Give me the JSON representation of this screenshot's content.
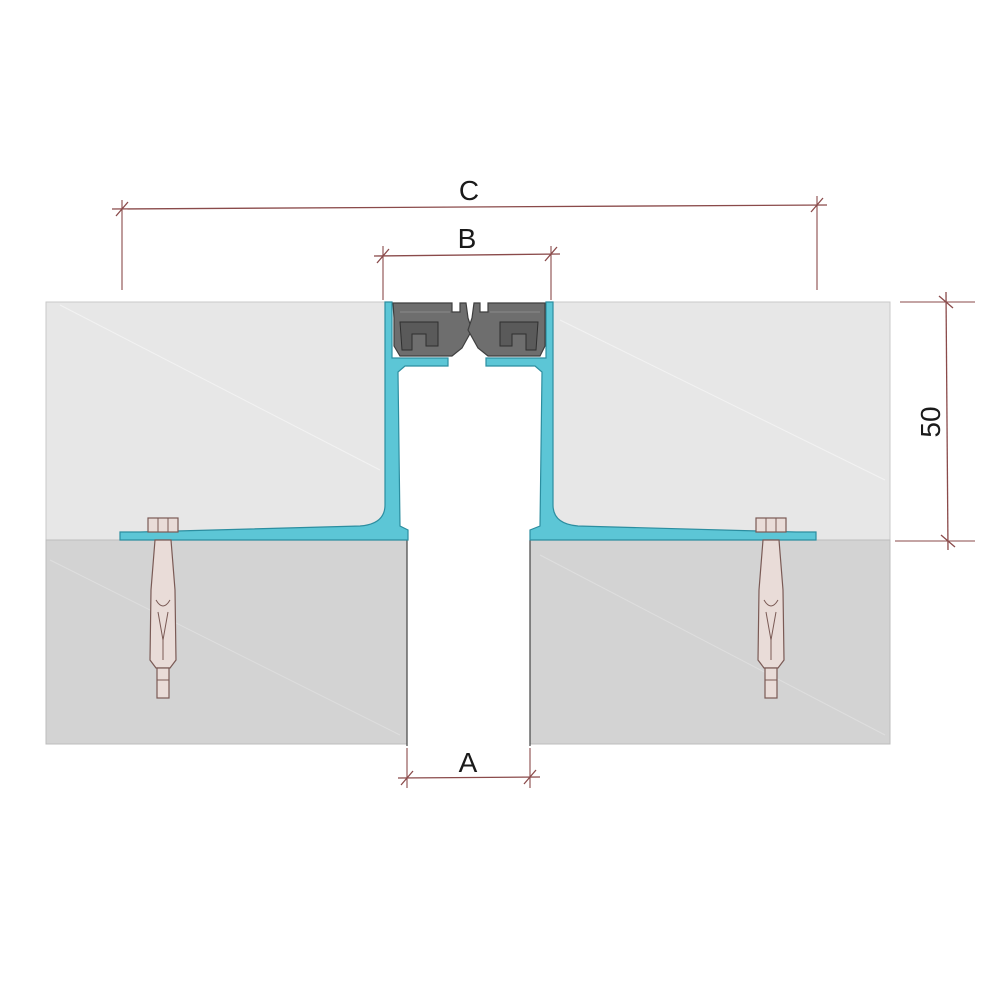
{
  "dimensions": {
    "a_label": "A",
    "b_label": "B",
    "c_label": "C",
    "height_label": "50"
  },
  "colors": {
    "screed": "#e6e6e6",
    "slab": "#d4d4d4",
    "profile": "#5cc6d6",
    "profile_outline": "#2c8ea0",
    "insert": "#6e6e6e",
    "insert_dark": "#4a4a4a",
    "anchor": "#e9dcd8",
    "anchor_outline": "#7a5a55",
    "dimension": "#8a4a4a"
  }
}
